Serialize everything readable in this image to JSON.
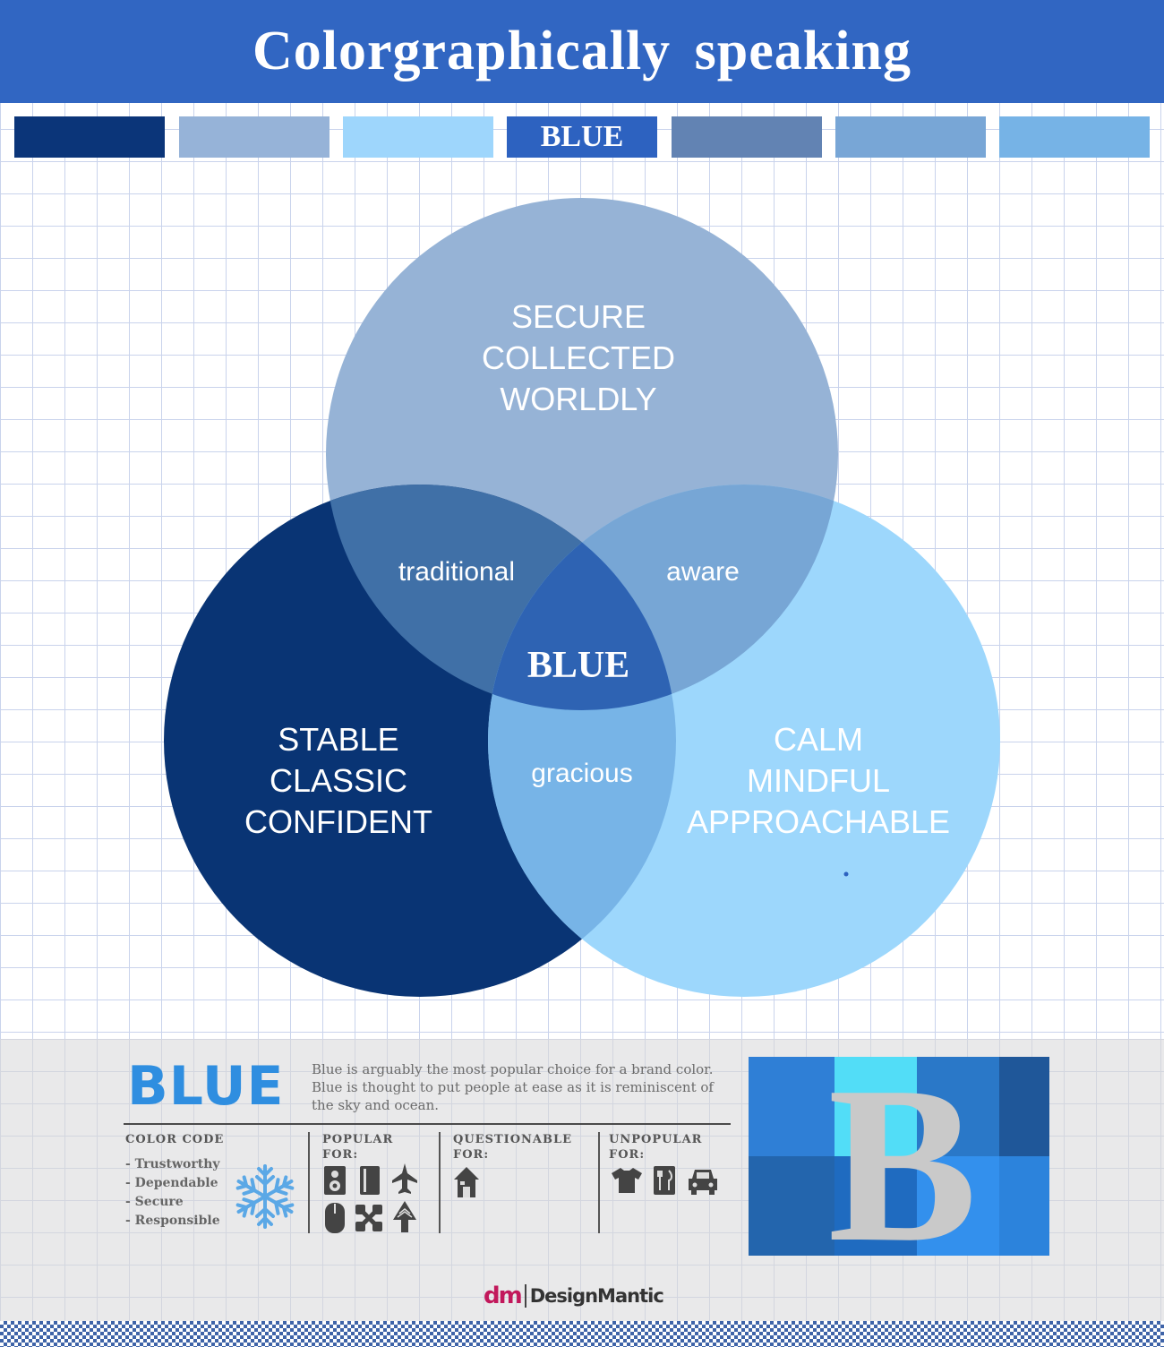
{
  "title": "Colorgraphically speaking",
  "swatches": [
    {
      "color": "#0b3579",
      "label": ""
    },
    {
      "color": "#96b3d8",
      "label": ""
    },
    {
      "color": "#9ed6fc",
      "label": ""
    },
    {
      "color": "#2d62c0",
      "label": "BLUE"
    },
    {
      "color": "#6283b3",
      "label": ""
    },
    {
      "color": "#78a6d6",
      "label": ""
    },
    {
      "color": "#76b3e6",
      "label": ""
    }
  ],
  "venn": {
    "top": {
      "color": "#96b3d6",
      "lines": [
        "SECURE",
        "COLLECTED",
        "WORLDLY"
      ]
    },
    "left": {
      "color": "#093474",
      "lines": [
        "STABLE",
        "CLASSIC",
        "CONFIDENT"
      ]
    },
    "right": {
      "color": "#9dd7fc",
      "lines": [
        "CALM",
        "MINDFUL",
        "APPROACHABLE"
      ]
    },
    "overlap_top_left": {
      "color": "#4070a7",
      "label": "traditional"
    },
    "overlap_top_right": {
      "color": "#77a6d5",
      "label": "aware"
    },
    "overlap_left_right": {
      "color": "#77b4e7",
      "label": "gracious"
    },
    "center": {
      "color": "#2e63b3",
      "label": "BLUE"
    }
  },
  "info": {
    "heading": "BLUE",
    "heading_color": "#2f8ee0",
    "description": "Blue is arguably the most popular choice for a brand color. Blue is thought to put people at ease as it is reminiscent of the sky and ocean.",
    "color_code_title": "COLOR CODE",
    "color_code_items": [
      "- Trustworthy",
      "- Dependable",
      "- Secure",
      "- Responsible"
    ],
    "popular_title": "POPULAR FOR:",
    "popular_icons": [
      "speaker-icon",
      "book-icon",
      "airplane-icon",
      "mouse-icon",
      "network-icon",
      "tree-icon"
    ],
    "questionable_title": "QUESTIONABLE FOR:",
    "questionable_icons": [
      "house-icon"
    ],
    "unpopular_title": "UNPOPULAR FOR:",
    "unpopular_icons": [
      "tshirt-icon",
      "restaurant-icon",
      "car-icon"
    ],
    "snowflake_icon": "snowflake-icon"
  },
  "footer": {
    "logo_mark": "dm",
    "brand": "DesignMantic"
  }
}
